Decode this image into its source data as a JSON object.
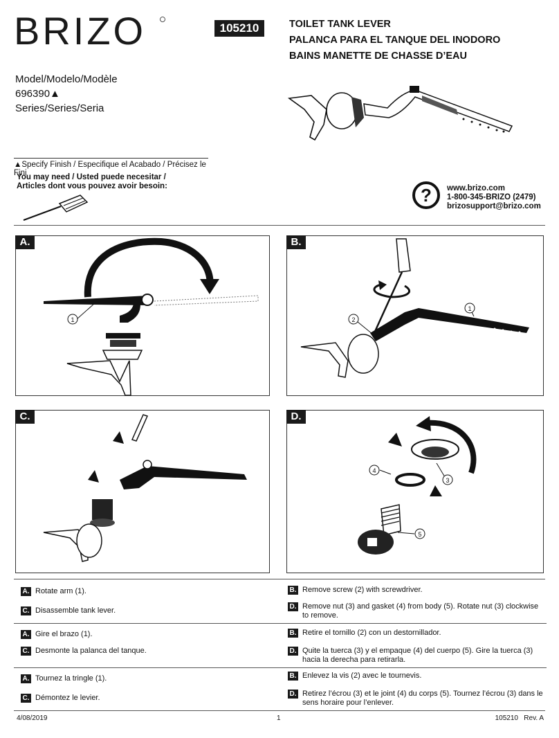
{
  "brand": "BRIZO",
  "doc_number": "105210",
  "titles": [
    "TOILET TANK LEVER",
    "PALANCA PARA EL TANQUE DEL INODORO",
    "BAINS MANETTE DE CHASSE D’EAU"
  ],
  "model": {
    "label": "Model/Modelo/Modèle",
    "number": "696390▲",
    "series": "Series/Series/Seria"
  },
  "finish_note": "▲Specify Finish / Especifique el Acabado / Précisez le Fini",
  "you_may_need": [
    "You may need / Usted puede necesitar /",
    "Articles dont vous pouvez avoir besoin:"
  ],
  "contact": {
    "web": "www.brizo.com",
    "phone": "1-800-345-BRIZO (2479)",
    "email": "brizosupport@brizo.com"
  },
  "panels": [
    {
      "tag": "A.",
      "callouts": [
        "1"
      ]
    },
    {
      "tag": "B.",
      "callouts": [
        "2",
        "1"
      ]
    },
    {
      "tag": "C.",
      "callouts": []
    },
    {
      "tag": "D.",
      "callouts": [
        "4",
        "3",
        "5"
      ]
    }
  ],
  "instructions": {
    "en": {
      "A": "Rotate arm (1).",
      "B": "Remove screw (2) with screwdriver.",
      "C": "Disassemble tank lever.",
      "D": [
        "Remove nut (3) and gasket (4) from body (5). Rotate nut (3) clockwise",
        "to remove."
      ]
    },
    "es": {
      "A": "Gire el brazo (1).",
      "B": "Retire el tornillo (2) con un destornillador.",
      "C": "Desmonte la palanca del tanque.",
      "D": [
        "Quite la tuerca (3) y el empaque (4) del cuerpo (5). Gire la tuerca (3)",
        "hacia la derecha para retirarla."
      ]
    },
    "fr": {
      "A": "Tournez la tringle (1).",
      "B": "Enlevez la vis (2) avec le tournevis.",
      "C": "Démontez le levier.",
      "D": [
        "Retirez l’écrou (3) et le joint (4) du corps (5). Tournez l’écrou (3) dans le",
        "sens horaire pour l’enlever."
      ]
    },
    "tags": {
      "A": "A.",
      "B": "B.",
      "C": "C.",
      "D": "D."
    }
  },
  "footer": {
    "date": "4/08/2019",
    "page": "1",
    "doc_rev": "105210   Rev. A"
  }
}
